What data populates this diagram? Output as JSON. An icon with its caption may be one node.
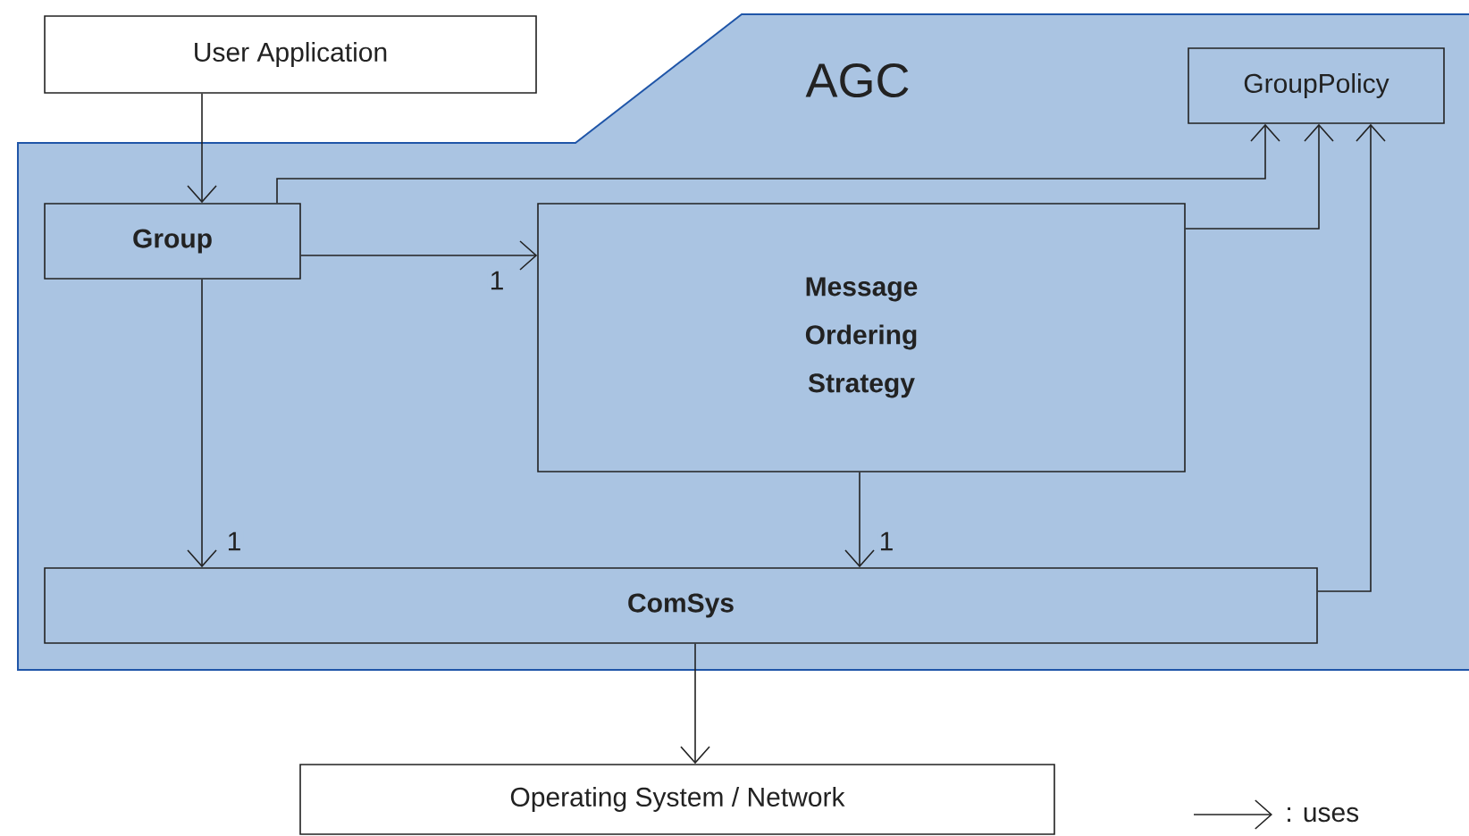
{
  "diagram": {
    "nodes": [
      {
        "text": [
          "AGC"
        ]
      },
      {
        "text": [
          "User Application"
        ]
      },
      {
        "text": [
          "GroupPolicy"
        ],
        "in": 0
      },
      {
        "text": [
          "Group"
        ],
        "in": 0
      },
      {
        "text": [
          "Message Ordering Strategy"
        ],
        "in": 0
      },
      {
        "text": [
          "ComSys"
        ],
        "in": 0
      },
      {
        "text": [
          "Operating System / Network"
        ]
      }
    ],
    "edges": [
      {
        "from": 1,
        "to": 3,
        "arrow": "to"
      },
      {
        "from": 3,
        "to": 2,
        "arrow": "to"
      },
      {
        "from": 4,
        "to": 2,
        "arrow": "to"
      },
      {
        "from": 5,
        "to": 2,
        "arrow": "to"
      },
      {
        "from": 3,
        "to": 4,
        "arrow": "to",
        "label": "1"
      },
      {
        "from": 3,
        "to": 5,
        "arrow": "to",
        "label": "1"
      },
      {
        "from": 4,
        "to": 5,
        "arrow": "to",
        "label": "1"
      },
      {
        "from": 5,
        "to": 6,
        "arrow": "to"
      }
    ],
    "legend": [
      {
        "text": ": uses"
      }
    ]
  }
}
